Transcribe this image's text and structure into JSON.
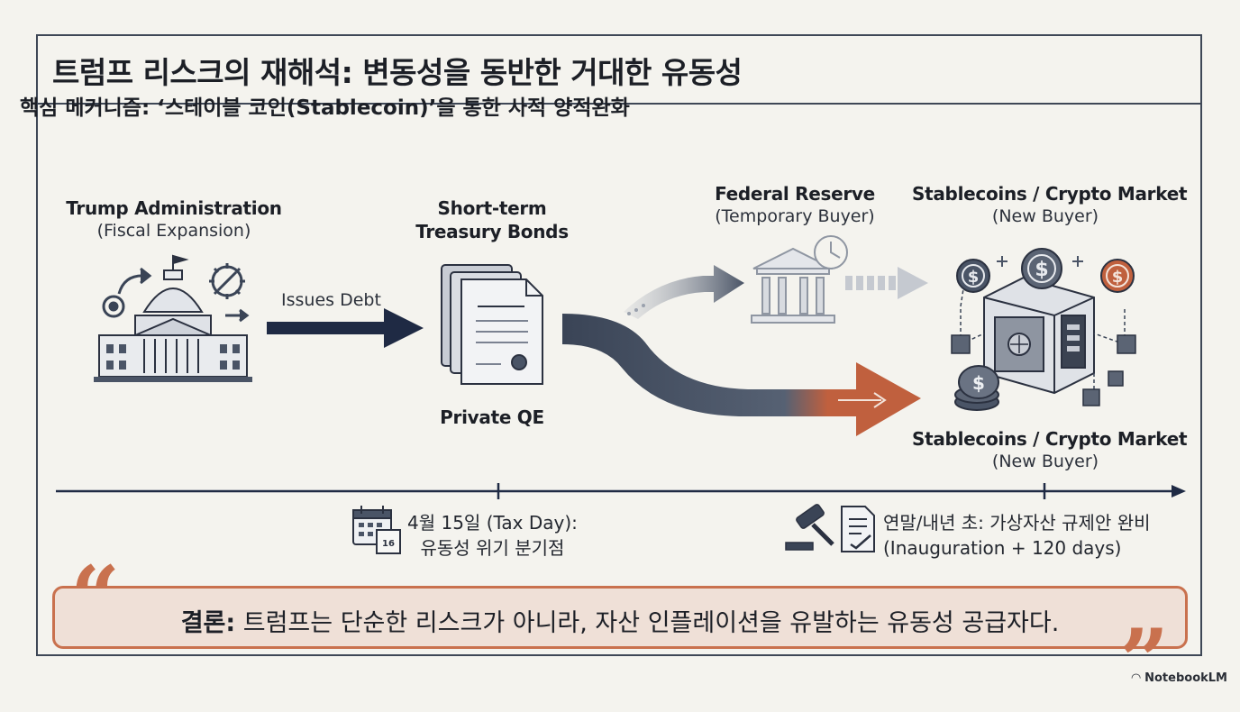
{
  "title": "트럼프 리스크의 재해석: 변동성을 동반한 거대한 유동성",
  "subtitle": "핵심 메커니즘: ‘스테이블 코인(Stablecoin)’을 통한 사적 양적완화",
  "nodes": {
    "trump": {
      "name": "Trump Administration",
      "note": "(Fiscal Expansion)"
    },
    "bonds": {
      "name": "Short-term",
      "name2": "Treasury Bonds",
      "below": "Private QE"
    },
    "fed": {
      "name": "Federal Reserve",
      "note": "(Temporary Buyer)"
    },
    "crypto_top": {
      "name": "Stablecoins / Crypto Market",
      "note": "(New Buyer)"
    },
    "crypto_bottom": {
      "name": "Stablecoins / Crypto Market",
      "note": "(New Buyer)"
    }
  },
  "edges": {
    "issues": "Issues Debt"
  },
  "timeline": {
    "m1_line1": "4월 15일 (Tax Day):",
    "m1_line2": "유동성 위기 분기점",
    "m2_line1": "연말/내년 초: 가상자산 규제안 완비",
    "m2_line2": "(Inauguration + 120 days)"
  },
  "conclusion": {
    "lead": "결론:",
    "text": " 트럼프는 단순한 리스크가 아니라, 자산 인플레이션을 유발하는 유동성 공급자다."
  },
  "calendar_tag": "16",
  "coin_symbol": "$",
  "brand": "NotebookLM",
  "colors": {
    "navy": "#1f2a44",
    "slate": "#4a5466",
    "accent": "#c9714e",
    "frame": "#3e4756"
  }
}
